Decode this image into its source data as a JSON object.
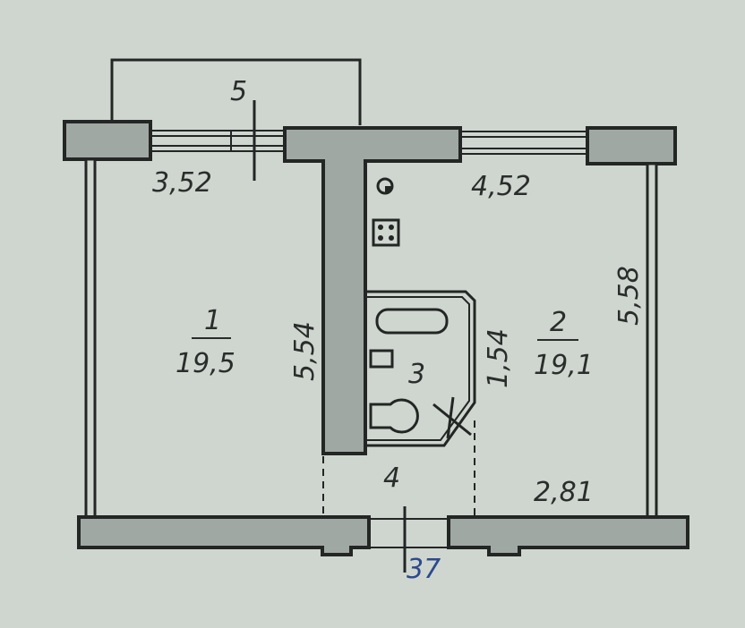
{
  "rooms": [
    {
      "number": "1",
      "area": "19,5"
    },
    {
      "number": "2",
      "area": "19,1"
    },
    {
      "number": "3",
      "area": ""
    },
    {
      "number": "4",
      "area": ""
    },
    {
      "number": "5",
      "area": ""
    }
  ],
  "dimensions": {
    "room1_width": "3,52",
    "room1_length": "5,54",
    "room2_width": "4,52",
    "room2_length": "5,58",
    "bathroom_length": "1,54",
    "hall_width": "2,81"
  },
  "marker": {
    "text": "37"
  },
  "colors": {
    "paper": "#cfd6d0",
    "wall_fill": "#9fa8a3",
    "line": "#232624",
    "marker_blue": "#2c4a8c"
  }
}
